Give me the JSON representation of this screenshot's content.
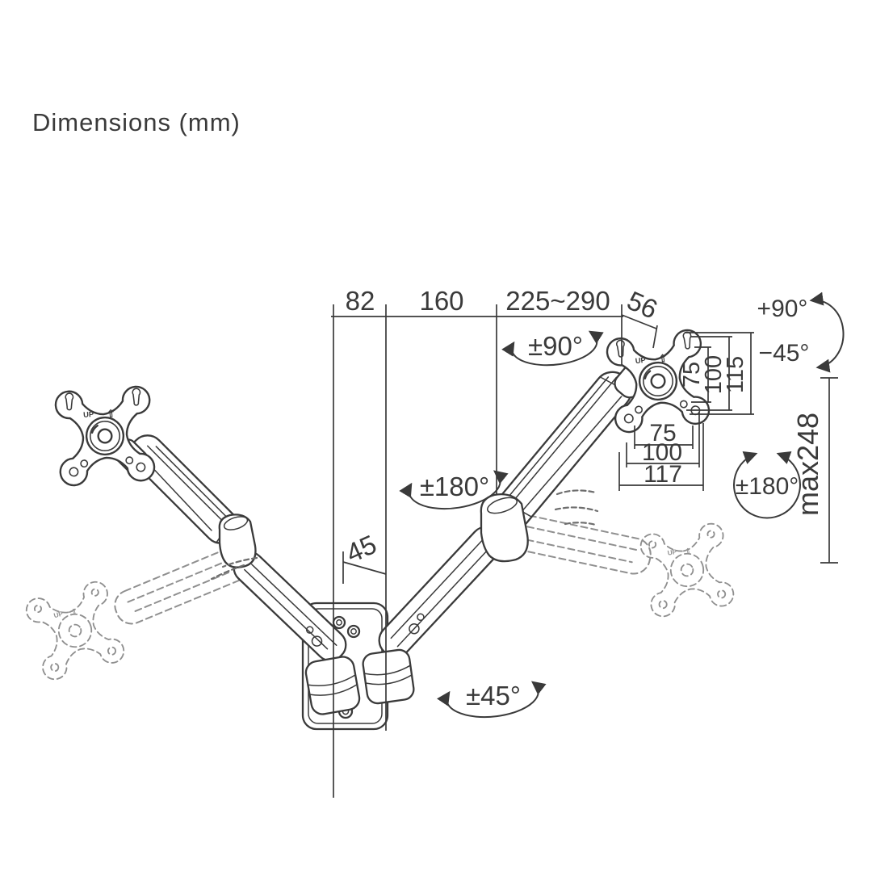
{
  "page": {
    "title": "Dimensions (mm)"
  },
  "colors": {
    "ink": "#3a3a3a",
    "ghost": "#8f8f8f",
    "ghost_dark": "#6e6e6e",
    "background": "#ffffff"
  },
  "dimensions": {
    "top": [
      "82",
      "160",
      "225~290",
      "56"
    ],
    "vesa_vertical": [
      "75",
      "100",
      "115"
    ],
    "vesa_horizontal": [
      "75",
      "100",
      "117"
    ],
    "wall_plate_width": "45",
    "arm_reach_max": "max248"
  },
  "angles": {
    "arm_swivel": "±90°",
    "tilt_up": "+90°",
    "tilt_down": "−45°",
    "elbow_rotation": "±180°",
    "vesa_rotation": "±180°",
    "base_swivel": "±45°"
  },
  "markings": {
    "up": "UP",
    "up_arrow": "⇧"
  }
}
